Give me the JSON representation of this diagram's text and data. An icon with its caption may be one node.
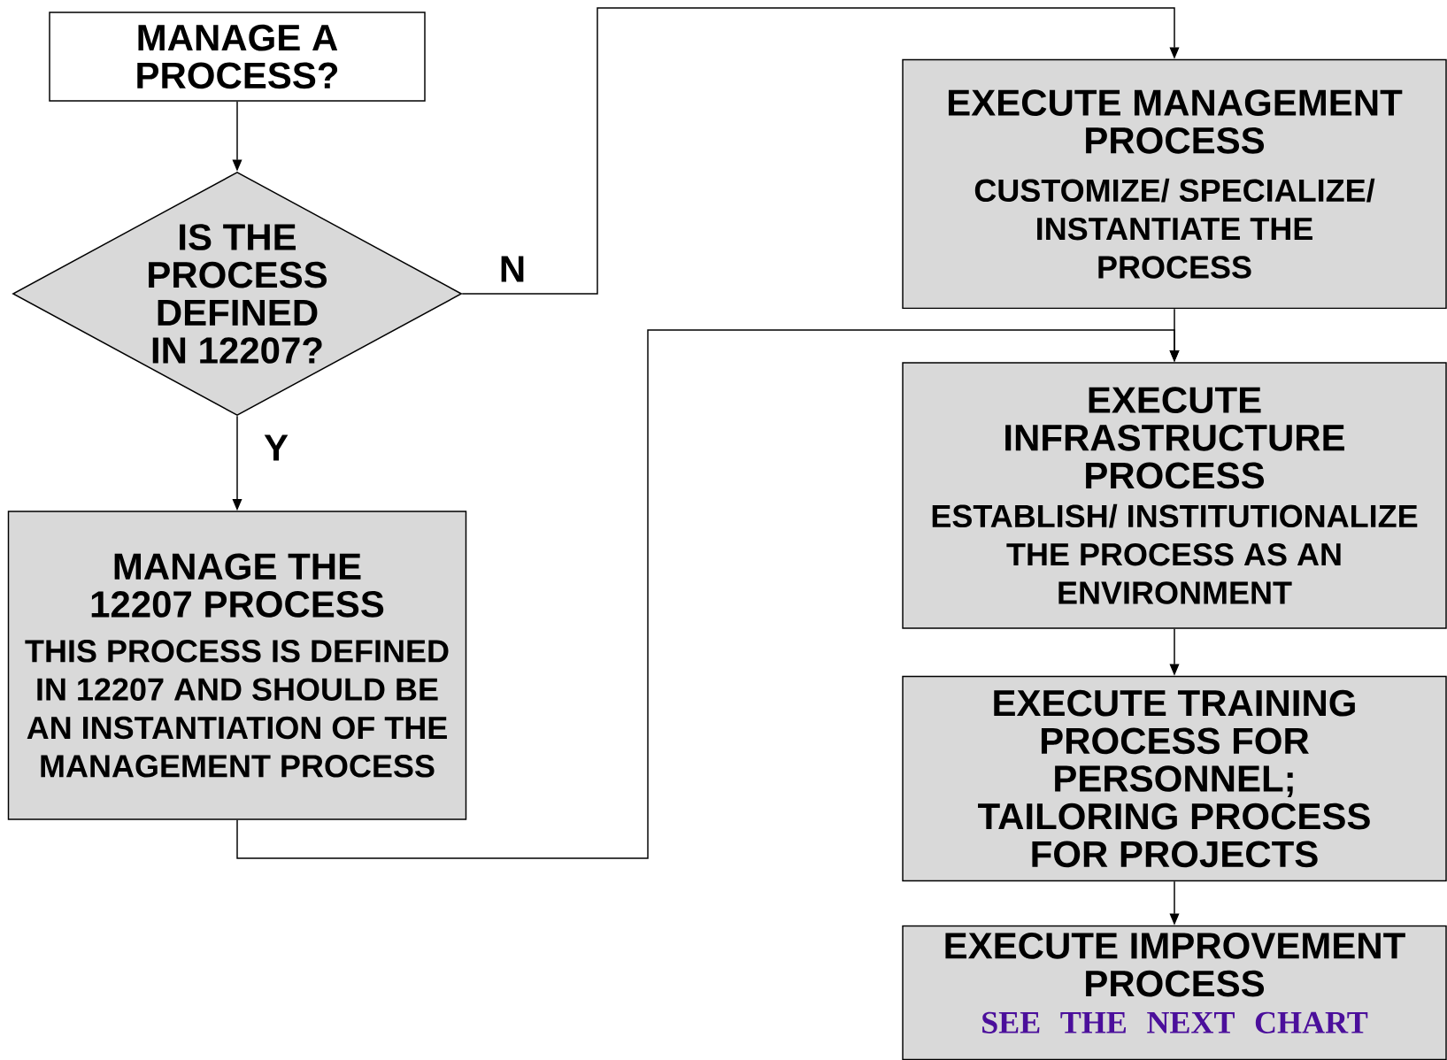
{
  "diagram": {
    "nodes": [
      {
        "text": [
          "MANAGE A PROCESS?"
        ]
      },
      {
        "text": [
          "IS THE PROCESS DEFINED IN 12207?"
        ]
      },
      {
        "text": [
          "MANAGE THE 12207 PROCESS",
          "THIS PROCESS IS DEFINED IN 12207 AND SHOULD BE AN INSTANTIATION OF THE MANAGEMENT PROCESS"
        ]
      },
      {
        "text": [
          "EXECUTE MANAGEMENT PROCESS",
          "CUSTOMIZE/ SPECIALIZE/ INSTANTIATE THE PROCESS"
        ]
      },
      {
        "text": [
          "EXECUTE INFRASTRUCTURE PROCESS",
          "ESTABLISH/ INSTITUTIONALIZE THE PROCESS AS AN ENVIRONMENT"
        ]
      },
      {
        "text": [
          "EXECUTE TRAINING PROCESS FOR PERSONNEL; TAILORING PROCESS FOR PROJECTS"
        ]
      },
      {
        "text": [
          "EXECUTE IMPROVEMENT PROCESS",
          "SEE THE NEXT CHART"
        ]
      }
    ],
    "edges": [
      {
        "from": 0,
        "to": 1,
        "arrow": "to"
      },
      {
        "from": 1,
        "to": 2,
        "arrow": "to",
        "label": "Y"
      },
      {
        "from": 1,
        "to": 3,
        "arrow": "to",
        "label": "N"
      },
      {
        "from": 2,
        "to": 4,
        "arrow": "to"
      },
      {
        "from": 3,
        "to": 4,
        "arrow": "to"
      },
      {
        "from": 4,
        "to": 5,
        "arrow": "to"
      },
      {
        "from": 5,
        "to": 6,
        "arrow": "to"
      }
    ]
  }
}
